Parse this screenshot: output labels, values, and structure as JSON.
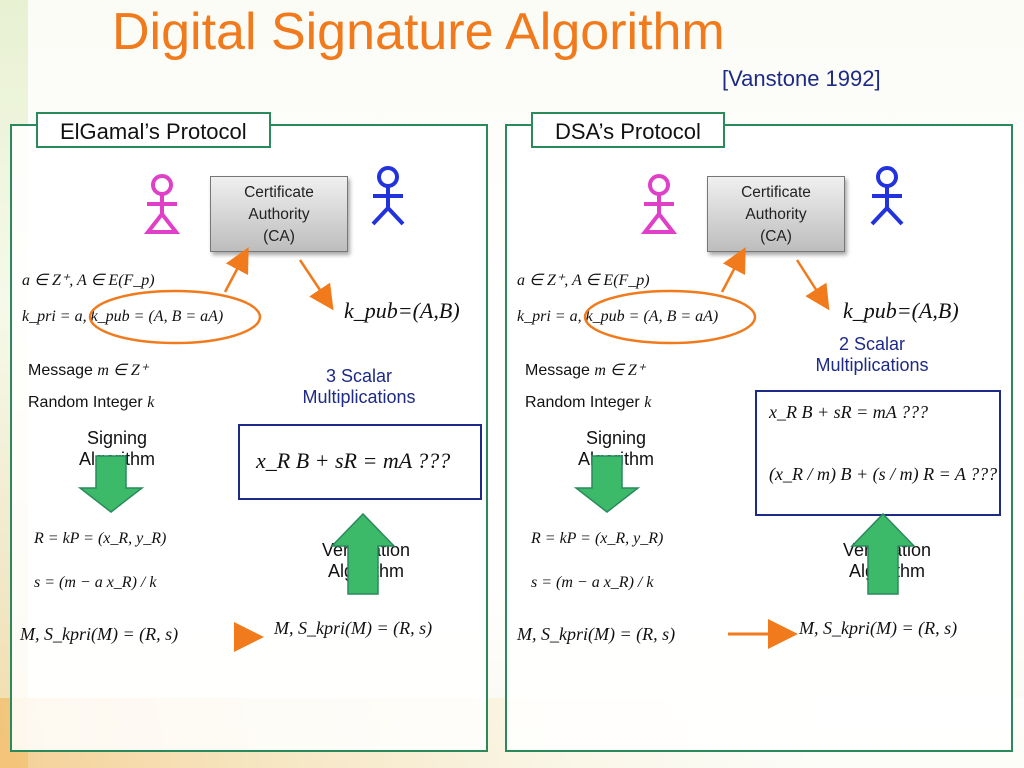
{
  "slide": {
    "title": "Digital Signature Algorithm",
    "citation": "[Vanstone 1992]"
  },
  "colors": {
    "title": "#f07a1c",
    "panel_border": "#2a8a5c",
    "blue_text": "#1d2a86",
    "arrow_orange": "#f07a1c",
    "arrow_green": "#3cba6a",
    "person_pink": "#e040c8",
    "person_blue": "#2233dd"
  },
  "icons": {
    "alice": "person-icon",
    "bob": "person-icon",
    "signing_arrow": "down-arrow-icon",
    "verification_arrow": "up-arrow-icon"
  },
  "elgamal": {
    "label": "ElGamal’s Protocol",
    "ca": {
      "line1": "Certificate",
      "line2": "Authority",
      "line3": "(CA)"
    },
    "setup_line1": "a ∈ Z⁺, A ∈ E(F_p)",
    "setup_line2": "k_pri = a, k_pub = (A, B = aA)",
    "kpub_label": "k_pub=(A,B)",
    "message_word": "Message",
    "message_math": "m ∈ Z⁺",
    "random_word": "Random Integer",
    "random_math": "k",
    "signing_line1": "Signing",
    "signing_line2": "Algorithm",
    "scalar_line1": "3 Scalar",
    "scalar_line2": "Multiplications",
    "check_eq": "x_R B + sR = mA ???",
    "r_eq": "R = kP = (x_R, y_R)",
    "s_eq": "s = (m − a x_R) / k",
    "verify_line1": "Verification",
    "verify_line2": "Algorithm",
    "signed_msg_left": "M, S_kpri(M) = (R, s)",
    "signed_msg_right": "M, S_kpri(M) = (R, s)"
  },
  "dsa": {
    "label": "DSA’s Protocol",
    "ca": {
      "line1": "Certificate",
      "line2": "Authority",
      "line3": "(CA)"
    },
    "setup_line1": "a ∈ Z⁺, A ∈ E(F_p)",
    "setup_line2": "k_pri = a, k_pub = (A, B = aA)",
    "kpub_label": "k_pub=(A,B)",
    "message_word": "Message",
    "message_math": "m ∈ Z⁺",
    "random_word": "Random Integer",
    "random_math": "k",
    "signing_line1": "Signing",
    "signing_line2": "Algorithm",
    "scalar_line1": "2 Scalar",
    "scalar_line2": "Multiplications",
    "check_eq1": "x_R B + sR = mA ???",
    "check_eq2": "(x_R / m) B + (s / m) R = A ???",
    "r_eq": "R = kP = (x_R, y_R)",
    "s_eq": "s = (m − a x_R) / k",
    "verify_line1": "Verification",
    "verify_line2": "Algorithm",
    "signed_msg_left": "M, S_kpri(M) = (R, s)",
    "signed_msg_right": "M, S_kpri(M) = (R, s)"
  }
}
